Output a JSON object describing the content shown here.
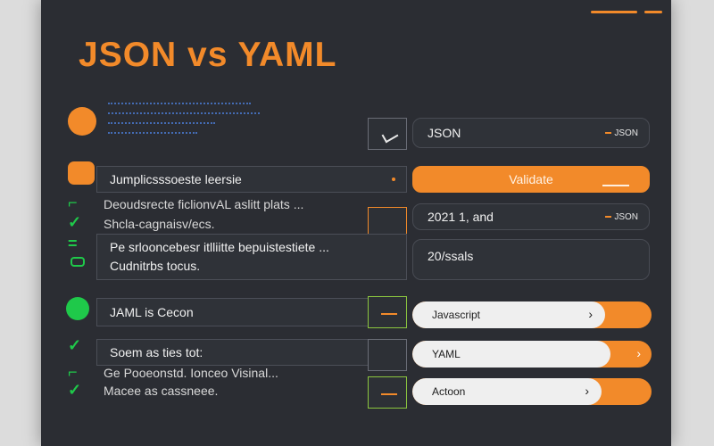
{
  "page": {
    "title": "JSON vs YAML"
  },
  "colors": {
    "accent": "#f28a2a",
    "green": "#1fc94a",
    "panel": "#2b2d33"
  },
  "rows": {
    "r1": {
      "label": "JSON",
      "meta": "JSON"
    },
    "r2": {
      "label": "Jumplicsssoeste leersie",
      "button": "Validate",
      "line1": "Deoudsrecte ficlionvAL aslitt plats ...",
      "line2": "Shcla-cagnaisv/ecs."
    },
    "r3": {
      "value": "2021 1, and",
      "meta": "JSON"
    },
    "r4": {
      "line1": "Pe srlooncebesr itlliitte bepuistestiete ...",
      "line2": "Cudnitrbs tocus.",
      "value": "20/ssals"
    }
  },
  "yaml": {
    "r1": {
      "label": "JAML is Cecon",
      "toggle": "Javascript"
    },
    "r2": {
      "label": "Soem as ties tot:",
      "toggle": "YAML"
    },
    "r3": {
      "line1": "Ge Pooeonstd. Ionceo Visinal...",
      "line2": "Macee as cassneee.",
      "toggle": "Actoon"
    }
  },
  "icons": {
    "header": "orange-circle-icon",
    "dots": [
      "orange-badge-icon",
      "green-check-icon",
      "green-pill-icon",
      "green-play-icon"
    ]
  }
}
